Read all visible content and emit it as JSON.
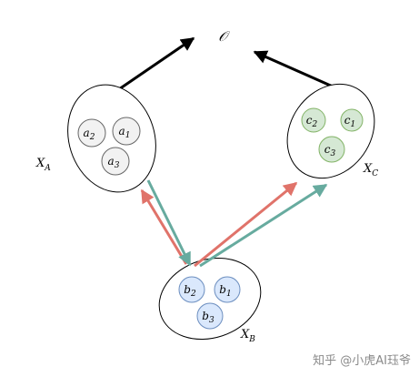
{
  "nodes": {
    "output": {
      "label": "𝒪"
    },
    "group_a": {
      "label": "X",
      "label_sub": "A",
      "items": [
        {
          "base": "a",
          "sub": "2"
        },
        {
          "base": "a",
          "sub": "1"
        },
        {
          "base": "a",
          "sub": "3"
        }
      ],
      "fill": "#f2f2f2",
      "stroke": "#666666"
    },
    "group_b": {
      "label": "X",
      "label_sub": "B",
      "items": [
        {
          "base": "b",
          "sub": "2"
        },
        {
          "base": "b",
          "sub": "1"
        },
        {
          "base": "b",
          "sub": "3"
        }
      ],
      "fill": "#dae8fc",
      "stroke": "#6c8ebf"
    },
    "group_c": {
      "label": "X",
      "label_sub": "C",
      "items": [
        {
          "base": "c",
          "sub": "2"
        },
        {
          "base": "c",
          "sub": "1"
        },
        {
          "base": "c",
          "sub": "3"
        }
      ],
      "fill": "#d5e8d4",
      "stroke": "#82b366"
    }
  },
  "arrow_colors": {
    "black": "#000000",
    "red": "#e0736a",
    "teal": "#67ab9f"
  },
  "watermark": "知乎 @小虎AI珏爷"
}
